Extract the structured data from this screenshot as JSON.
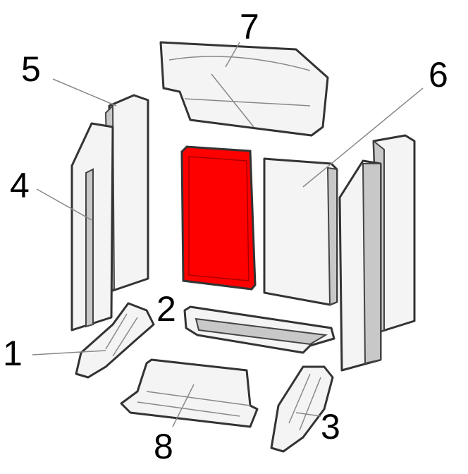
{
  "labels": {
    "p1": "1",
    "p2": "2",
    "p3": "3",
    "p4": "4",
    "p5": "5",
    "p6": "6",
    "p7": "7",
    "p8": "8"
  },
  "highlight_color": "#ff0000"
}
